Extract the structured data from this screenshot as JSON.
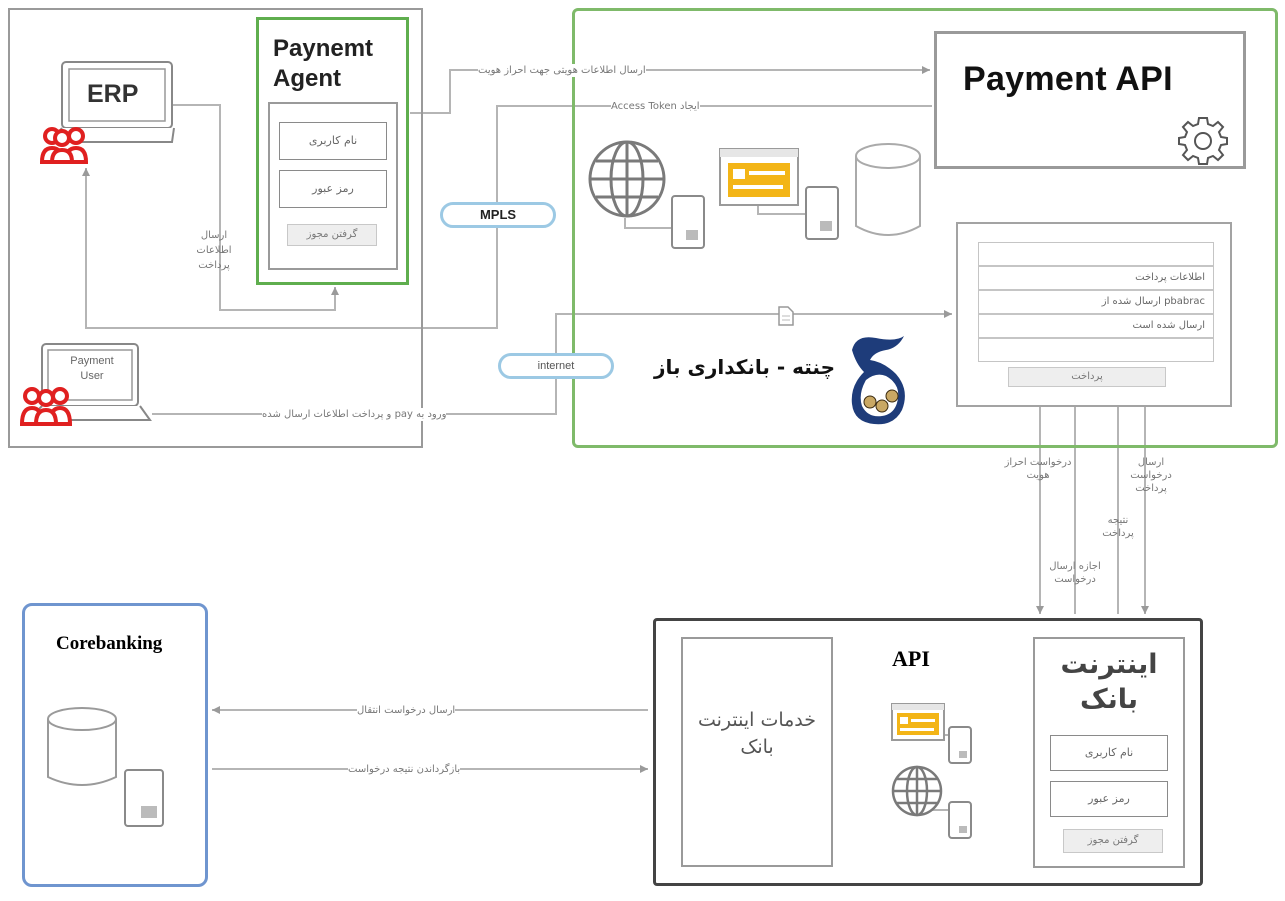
{
  "payment_agent": {
    "title_line1": "Paynemt",
    "title_line2": "Agent",
    "username_label": "نام کاربری",
    "password_label": "رمز عبور",
    "auth_button": "گرفتن مجوز"
  },
  "erp": {
    "label": "ERP"
  },
  "payment_user": {
    "line1": "Payment",
    "line2": "User"
  },
  "payment_api": {
    "title": "Payment API"
  },
  "pills": {
    "mpls": "MPLS",
    "internet": "internet"
  },
  "arrows": {
    "send_identity_info": "ارسال اطلاعات هویتی جهت احراز هویت",
    "access_token": "ایجاد Access Token",
    "send_payment_info": "ارسال اطلاعات پرداخت",
    "login_pay": "ورود به pay و پرداخت اطلاعات ارسال شده",
    "auth_request": "درخواست احراز هویت",
    "send_permission": "اجازه ارسال درخواست",
    "payment_result": "نتیجه پرداخت",
    "send_payment_request": "ارسال درخواست پرداخت",
    "send_transfer_request": "ارسال درخواست انتقال",
    "return_result": "بازگرداندن نتیجه درخواست"
  },
  "payment_form": {
    "rows": [
      "",
      "اطلاعات پرداخت",
      "pbabrac ارسال شده از",
      "ارسال شده است",
      ""
    ],
    "pay_button": "پرداخت"
  },
  "brand": {
    "text": "چنته - بانکداری باز"
  },
  "corebanking": {
    "title": "Corebanking"
  },
  "api_section": {
    "title": "API"
  },
  "internet_bank": {
    "title": "اینترنت بانک",
    "username_label": "نام کاربری",
    "password_label": "رمز عبور",
    "auth_button": "گرفتن مجوز"
  },
  "bank_services": {
    "title": "خدمات اینترنت بانک"
  }
}
